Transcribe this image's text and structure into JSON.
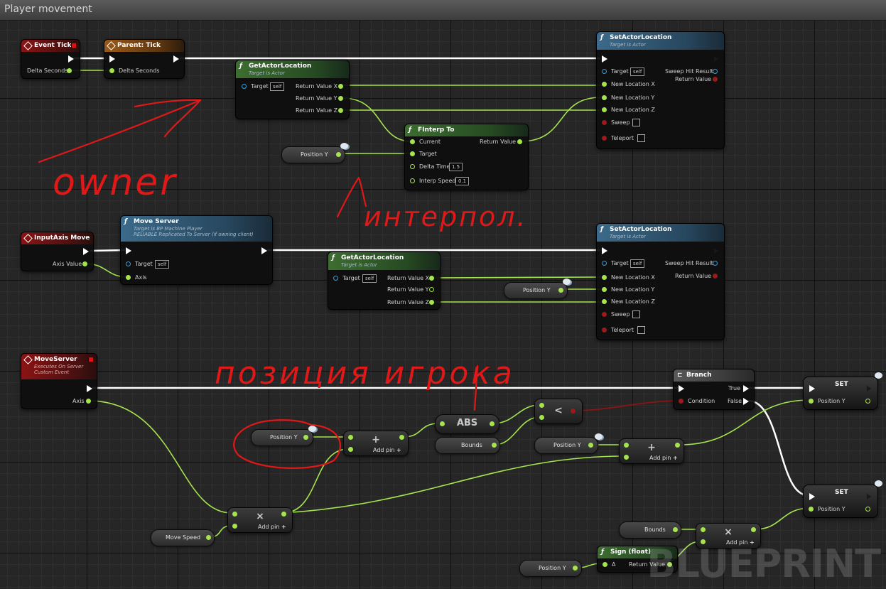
{
  "window": {
    "title": "Player movement"
  },
  "nodes": {
    "event_tick": {
      "title": "Event Tick",
      "delta": "Delta Seconds"
    },
    "parent_tick": {
      "title": "Parent: Tick",
      "delta": "Delta Seconds"
    },
    "get_actor_location_1": {
      "title": "GetActorLocation",
      "subtitle": "Target is Actor",
      "target": "Target",
      "self": "self",
      "rx": "Return Value X",
      "ry": "Return Value Y",
      "rz": "Return Value Z"
    },
    "set_actor_location_1": {
      "title": "SetActorLocation",
      "subtitle": "Target is Actor",
      "target": "Target",
      "self": "self",
      "nx": "New Location X",
      "ny": "New Location Y",
      "nz": "New Location Z",
      "sweep": "Sweep",
      "teleport": "Teleport",
      "sweep_hit": "Sweep Hit Result",
      "ret": "Return Value"
    },
    "finterp_to": {
      "title": "FInterp To",
      "current": "Current",
      "target": "Target",
      "delta_time": "Delta Time",
      "delta_time_value": "1.5",
      "interp_speed": "Interp Speed",
      "interp_speed_value": "0.1",
      "ret": "Return Value"
    },
    "position_y_var_1": {
      "label": "Position Y"
    },
    "input_axis_move": {
      "title": "InputAxis Move",
      "axis_value": "Axis Value"
    },
    "move_server_call": {
      "title": "Move Server",
      "sub1": "Target is BP Machine Player",
      "sub2": "RELIABLE Replicated To Server (if owning client)",
      "target": "Target",
      "self": "self",
      "axis": "Axis"
    },
    "get_actor_location_2": {
      "title": "GetActorLocation",
      "subtitle": "Target is Actor",
      "target": "Target",
      "self": "self",
      "rx": "Return Value X",
      "ry": "Return Value Y",
      "rz": "Return Value Z"
    },
    "position_y_var_2": {
      "label": "Position Y"
    },
    "set_actor_location_2": {
      "title": "SetActorLocation",
      "subtitle": "Target is Actor",
      "target": "Target",
      "self": "self",
      "nx": "New Location X",
      "ny": "New Location Y",
      "nz": "New Location Z",
      "sweep": "Sweep",
      "teleport": "Teleport",
      "sweep_hit": "Sweep Hit Result",
      "ret": "Return Value"
    },
    "move_server_event": {
      "title": "MoveServer",
      "sub1": "Executes On Server",
      "sub2": "Custom Event",
      "axis": "Axis"
    },
    "branch": {
      "title": "Branch",
      "condition": "Condition",
      "true": "True",
      "false": "False"
    },
    "set_1": {
      "title": "SET",
      "pin": "Position Y"
    },
    "set_2": {
      "title": "SET",
      "pin": "Position Y"
    },
    "position_y_var_3": {
      "label": "Position Y"
    },
    "add_node_1": {
      "symbol": "+",
      "add_pin": "Add pin"
    },
    "abs_node": {
      "symbol": "ABS"
    },
    "less_node": {
      "symbol": "<"
    },
    "bounds_var_1": {
      "label": "Bounds"
    },
    "position_y_var_4": {
      "label": "Position Y"
    },
    "add_node_2": {
      "symbol": "+",
      "add_pin": "Add pin"
    },
    "multiply_node_1": {
      "symbol": "×",
      "add_pin": "Add pin"
    },
    "move_speed_var": {
      "label": "Move Speed"
    },
    "bounds_var_2": {
      "label": "Bounds"
    },
    "multiply_node_2": {
      "symbol": "×",
      "add_pin": "Add pin"
    },
    "sign_node": {
      "title": "Sign (float)",
      "a": "A",
      "ret": "Return Value"
    },
    "position_y_var_5": {
      "label": "Position Y"
    }
  },
  "annotations": {
    "owner": "owner",
    "interpol": "интерпол.",
    "player_position": "позиция игрока"
  },
  "watermark": "BLUEPRINT",
  "colors": {
    "exec_wire": "#ffffff",
    "float_wire": "#a5e44e",
    "bool_wire": "#8b1414",
    "ink": "#e01818"
  }
}
